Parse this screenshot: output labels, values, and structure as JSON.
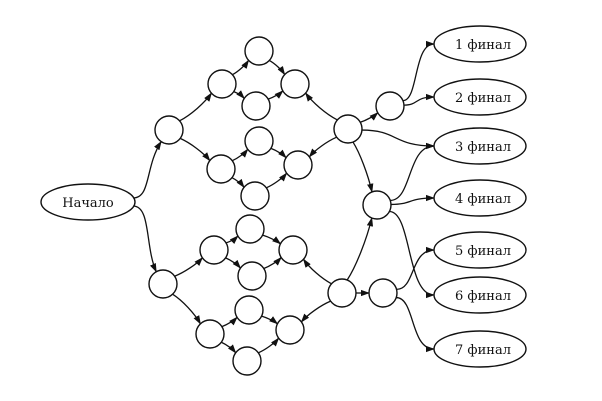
{
  "start": {
    "id": "start",
    "label": "Начало"
  },
  "finals": [
    {
      "id": "f1",
      "label": "1 финал"
    },
    {
      "id": "f2",
      "label": "2 финал"
    },
    {
      "id": "f3",
      "label": "3 финал"
    },
    {
      "id": "f4",
      "label": "4 финал"
    },
    {
      "id": "f5",
      "label": "5 финал"
    },
    {
      "id": "f6",
      "label": "6 финал"
    },
    {
      "id": "f7",
      "label": "7 финал"
    }
  ],
  "circles": [
    "A1",
    "B1",
    "B2",
    "C1",
    "C2",
    "C3",
    "C4",
    "D1",
    "D2",
    "H1",
    "H2",
    "H3",
    "A2",
    "B3",
    "B4",
    "C5",
    "C6",
    "C7",
    "C8",
    "D3",
    "D4",
    "L1",
    "L2"
  ],
  "edges": [
    [
      "start",
      "A1"
    ],
    [
      "start",
      "A2"
    ],
    [
      "A1",
      "B1"
    ],
    [
      "A1",
      "B2"
    ],
    [
      "B1",
      "C1"
    ],
    [
      "B1",
      "C2"
    ],
    [
      "C1",
      "D1"
    ],
    [
      "C2",
      "D1"
    ],
    [
      "B2",
      "C3"
    ],
    [
      "B2",
      "C4"
    ],
    [
      "C3",
      "D2"
    ],
    [
      "C4",
      "D2"
    ],
    [
      "H1",
      "D1"
    ],
    [
      "H1",
      "D2"
    ],
    [
      "H1",
      "H2"
    ],
    [
      "H1",
      "H3"
    ],
    [
      "H1",
      "f3"
    ],
    [
      "H2",
      "f1"
    ],
    [
      "H2",
      "f2"
    ],
    [
      "H3",
      "f3"
    ],
    [
      "H3",
      "f4"
    ],
    [
      "H3",
      "f6"
    ],
    [
      "A2",
      "B3"
    ],
    [
      "A2",
      "B4"
    ],
    [
      "B3",
      "C5"
    ],
    [
      "B3",
      "C6"
    ],
    [
      "C5",
      "D3"
    ],
    [
      "C6",
      "D3"
    ],
    [
      "B4",
      "C7"
    ],
    [
      "B4",
      "C8"
    ],
    [
      "C7",
      "D4"
    ],
    [
      "C8",
      "D4"
    ],
    [
      "L1",
      "D3"
    ],
    [
      "L1",
      "D4"
    ],
    [
      "L1",
      "H3"
    ],
    [
      "L1",
      "L2"
    ],
    [
      "L2",
      "f5"
    ],
    [
      "L2",
      "f7"
    ]
  ]
}
